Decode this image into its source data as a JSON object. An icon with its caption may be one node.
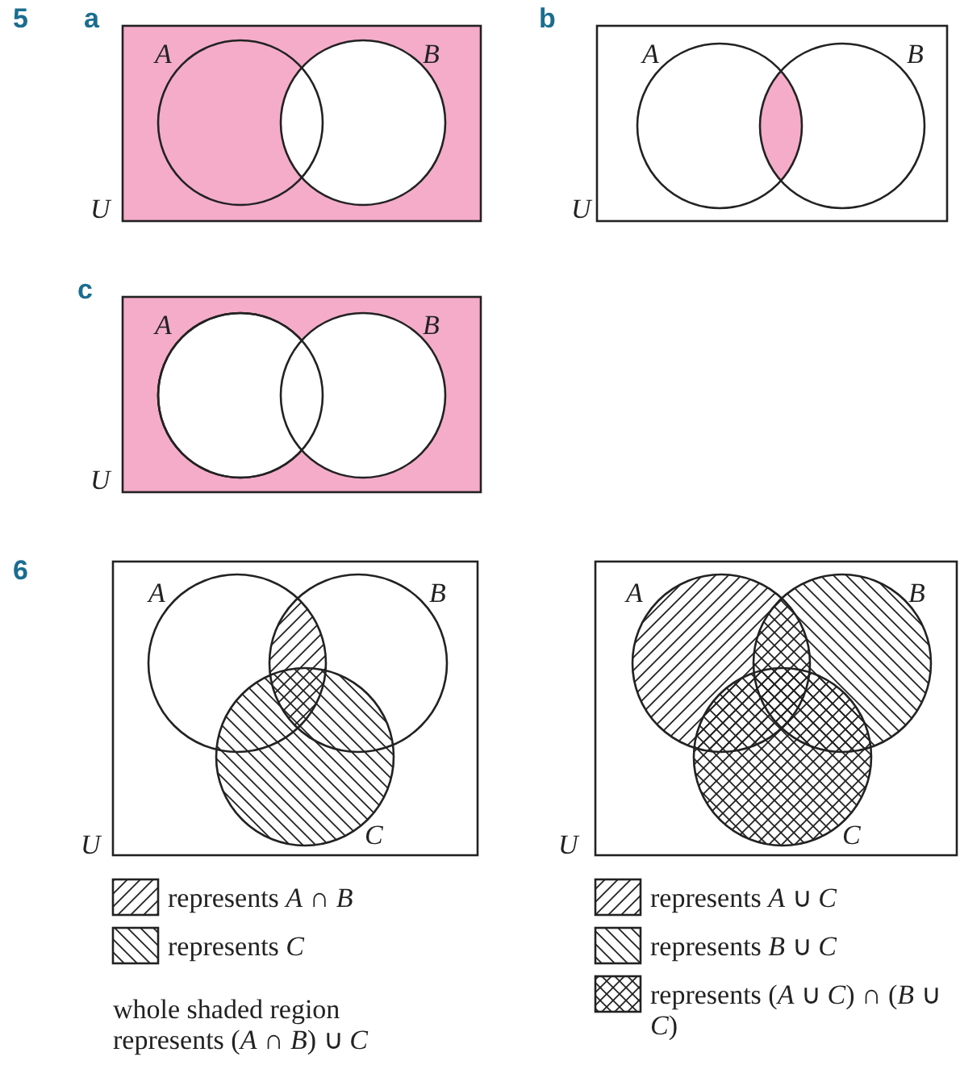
{
  "diagram": {
    "labels": [
      "5",
      "a",
      "A",
      "B",
      "U",
      "b",
      "A",
      "B",
      "U",
      "c",
      "A",
      "B",
      "U",
      "6",
      "A",
      "B",
      "C",
      "U",
      "A",
      "B",
      "C",
      "U",
      "whole shaded region represents (*A* ∩ *B*) ∪ *C*"
    ],
    "legend": [
      {
        "text": "represents *A* ∩ *B*"
      },
      {
        "text": "represents *C*"
      },
      {
        "text": "represents *A* ∪ *C*"
      },
      {
        "text": "represents *B* ∪ *C*"
      },
      {
        "text": "represents (*A* ∪ *C*) ∩ (*B* ∪ *C*)"
      }
    ]
  }
}
